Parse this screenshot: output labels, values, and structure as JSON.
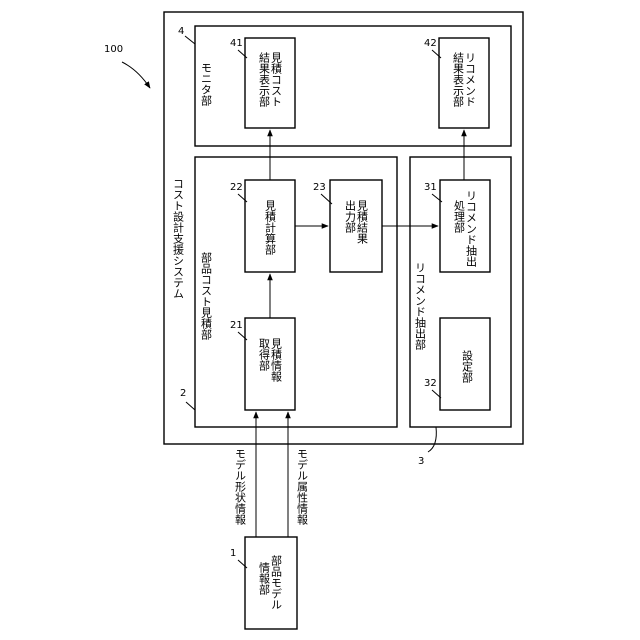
{
  "labels": {
    "system_ref": "100",
    "system": "コスト設計支援システム",
    "monitor_ref": "4",
    "monitor": "モニタ部",
    "est_display_ref": "41",
    "est_display": [
      "見積コスト",
      "結果表示部"
    ],
    "rec_display_ref": "42",
    "rec_display": [
      "リコメンド",
      "結果表示部"
    ],
    "part_cost_ref": "2",
    "part_cost": "部品コスト見積部",
    "est_calc_ref": "22",
    "est_calc": "見積計算部",
    "est_output_ref": "23",
    "est_output": [
      "見積結果",
      "出力部"
    ],
    "est_info_ref": "21",
    "est_info": [
      "見積情報",
      "取得部"
    ],
    "recommend_ref": "3",
    "recommend": "リコメンド抽出部",
    "rec_extract_ref": "31",
    "rec_extract": [
      "リコメンド抽出",
      "処理部"
    ],
    "setting_ref": "32",
    "setting": "設定部",
    "part_model_ref": "1",
    "part_model": [
      "部品モデル",
      "情報部"
    ],
    "shape_info": "モデル形状情報",
    "attr_info": "モデル属性情報"
  }
}
